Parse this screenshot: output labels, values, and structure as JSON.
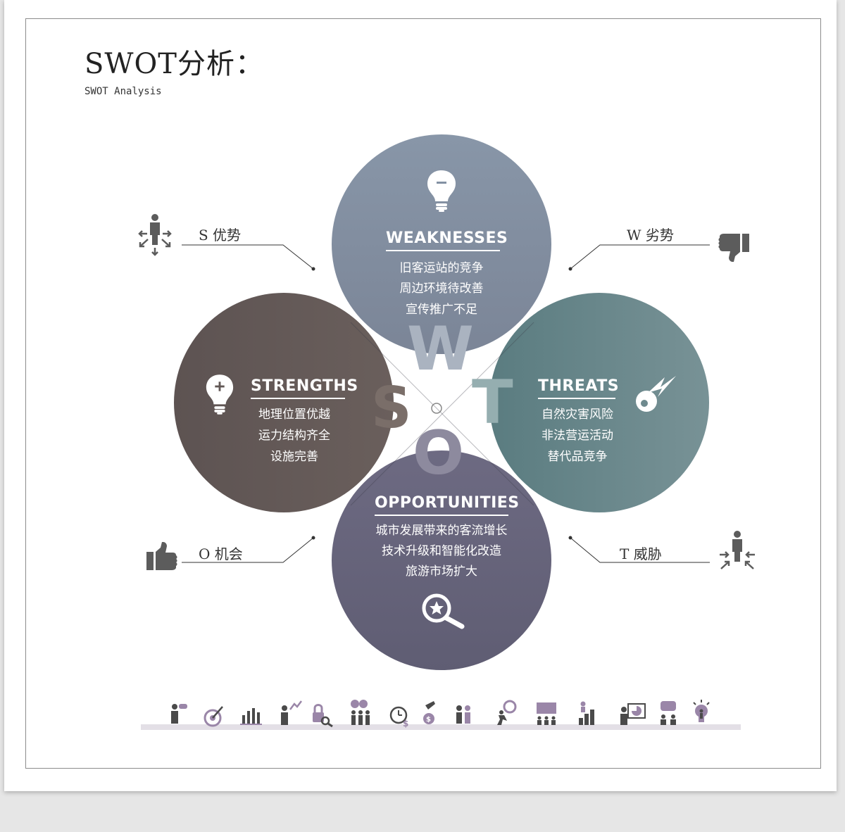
{
  "header": {
    "title": "SWOT分析：",
    "subtitle": "SWOT Analysis"
  },
  "center_letters": [
    "S",
    "W",
    "O",
    "T"
  ],
  "quadrants": {
    "weaknesses": {
      "heading": "WEAKNESSES",
      "lines": [
        "旧客运站的竞争",
        "周边环境待改善",
        "宣传推广不足"
      ],
      "color": "#8391a3",
      "icon": "lightbulb-minus-icon"
    },
    "strengths": {
      "heading": "STRENGTHS",
      "lines": [
        "地理位置优越",
        "运力结构齐全",
        "设施完善"
      ],
      "color": "#625856",
      "icon": "lightbulb-plus-icon"
    },
    "threats": {
      "heading": "THREATS",
      "lines": [
        "自然灾害风险",
        "非法营运活动",
        "替代品竞争"
      ],
      "color": "#6e8a8e",
      "icon": "meteor-icon"
    },
    "opportunities": {
      "heading": "OPPORTUNITIES",
      "lines": [
        "城市发展带来的客流增长",
        "技术升级和智能化改造",
        "旅游市场扩大"
      ],
      "color": "#66637b",
      "icon": "magnifier-star-icon"
    }
  },
  "side_labels": {
    "s": {
      "text": "S 优势",
      "icon": "person-arrows-out-icon"
    },
    "w": {
      "text": "W 劣势",
      "icon": "thumbs-down-icon"
    },
    "o": {
      "text": "O 机会",
      "icon": "thumbs-up-icon"
    },
    "t": {
      "text": "T 威胁",
      "icon": "person-arrows-in-icon"
    }
  },
  "footer_icons": [
    "person-binoculars-icon",
    "target-arrow-icon",
    "bar-chart-icon",
    "presenter-chart-icon",
    "lock-magnifier-icon",
    "team-gears-icon",
    "clock-money-icon",
    "hand-money-bag-icon",
    "team-meeting-icon",
    "runner-magnifier-icon",
    "audience-screen-icon",
    "podium-climber-icon",
    "presenter-pie-icon",
    "chat-bubble-people-icon",
    "lightbulb-person-icon"
  ],
  "colors": {
    "accent_purple": "#9a86a8",
    "icon_gray": "#5c5c5c"
  }
}
